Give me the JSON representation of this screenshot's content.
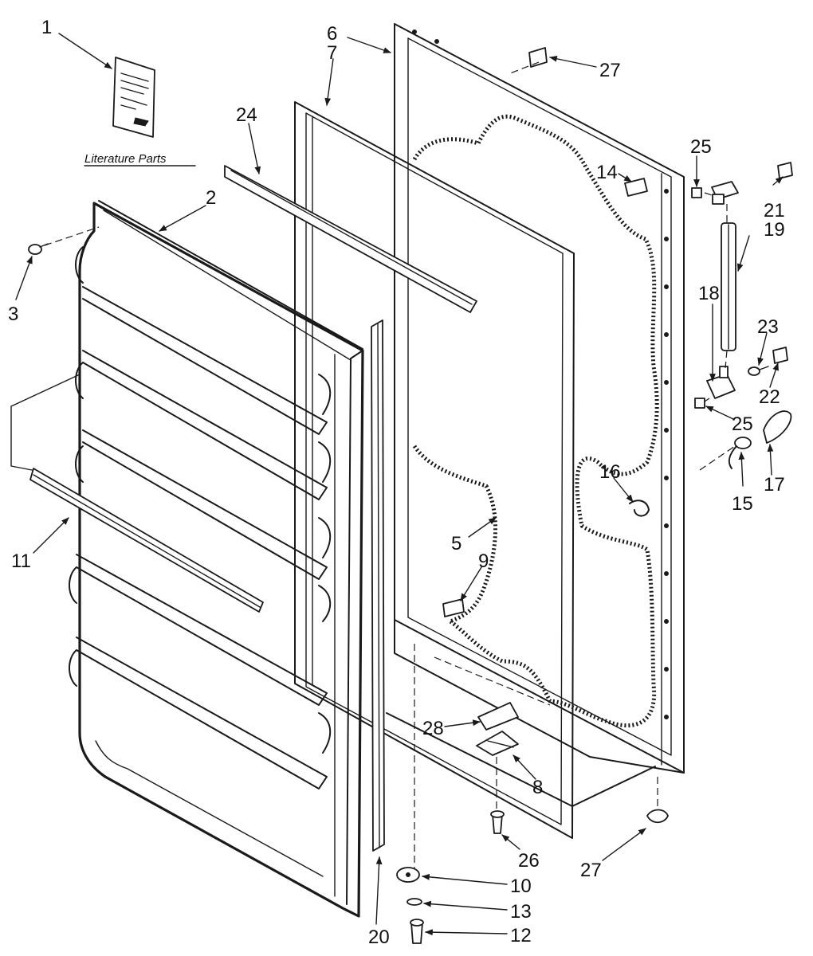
{
  "literature_caption": "Literature Parts",
  "labels": {
    "p1": "1",
    "p2": "2",
    "p3": "3",
    "p5": "5",
    "p6": "6",
    "p7": "7",
    "p8": "8",
    "p9": "9",
    "p10": "10",
    "p11": "11",
    "p12": "12",
    "p13": "13",
    "p14": "14",
    "p15": "15",
    "p16": "16",
    "p17": "17",
    "p18": "18",
    "p19": "19",
    "p20": "20",
    "p21": "21",
    "p22": "22",
    "p23": "23",
    "p24": "24",
    "p25_top": "25",
    "p25_bottom": "25",
    "p26": "26",
    "p27_top": "27",
    "p27_bottom": "27",
    "p28": "28"
  }
}
